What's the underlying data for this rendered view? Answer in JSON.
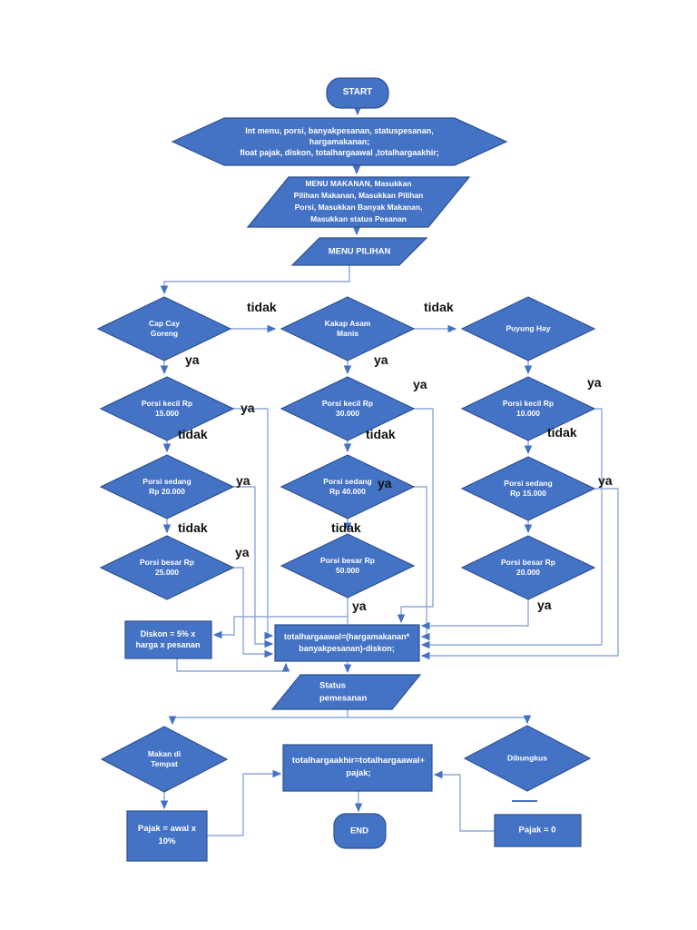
{
  "colors": {
    "shape_fill": "#4472C4",
    "shape_stroke": "#2F528F",
    "connector": "#8EA9DB",
    "arrowhead": "#4472C4",
    "edge_label_color": "#111111",
    "background": "#FFFFFF"
  },
  "nodes": {
    "start": "START",
    "declare1": "Int menu, porsi, banyakpesanan, statuspesanan,",
    "declare2": "hargamakanan;",
    "declare3": "float pajak, diskon, totalhargaawal ,totalhargaakhir;",
    "menu1": "MENU MAKANAN, Masukkan",
    "menu2": "Pilihan Makanan, Masukkan Pilihan",
    "menu3": "Porsi, Masukkan Banyak Makanan,",
    "menu4": "Masukkan status Pesanan",
    "menu_pilihan": "MENU PILIHAN",
    "capcay1": "Cap Cay",
    "capcay2": "Goreng",
    "kakap1": "Kakap Asam",
    "kakap2": "Manis",
    "puyung": "Puyung Hay",
    "l_kecil1": "Porsi kecil Rp",
    "l_kecil2": "15.000",
    "m_kecil1": "Porsi kecil Rp",
    "m_kecil2": "30.000",
    "r_kecil1": "Porsi kecil Rp",
    "r_kecil2": "10.000",
    "l_sedang1": "Porsi sedang",
    "l_sedang2": "Rp 20.000",
    "m_sedang1": "Porsi sedang",
    "m_sedang2": "Rp 40.000",
    "r_sedang1": "Porsi sedang",
    "r_sedang2": "Rp 15.000",
    "l_besar1": "Porsi besar Rp",
    "l_besar2": "25.000",
    "m_besar1": "Porsi besar Rp",
    "m_besar2": "50.000",
    "r_besar1": "Porsi besar Rp",
    "r_besar2": "20.000",
    "diskon1": "Diskon = 5% x",
    "diskon2": "harga x pesanan",
    "totalawal1": "totalhargaawal=(hargamakanan*",
    "totalawal2": "banyakpesanan)-diskon;",
    "status1": "Status",
    "status2": "pemesanan",
    "makan1": "Makan di",
    "makan2": "Tempat",
    "dibungkus": "Dibungkus",
    "totalakhir1": "totalhargaakhir=totalhargaawal+",
    "totalakhir2": "pajak;",
    "pajak_awal1": "Pajak = awal x",
    "pajak_awal2": "10%",
    "end": "END",
    "pajak_nol": "Pajak = 0"
  },
  "labels": {
    "ya": "ya",
    "tidak": "tidak"
  }
}
